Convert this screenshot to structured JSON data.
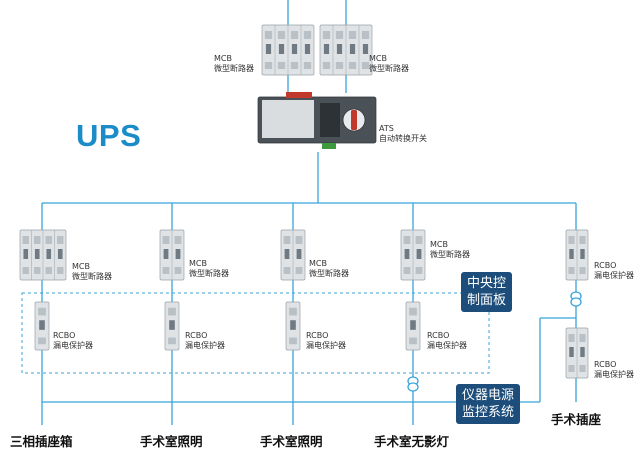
{
  "colors": {
    "line": "#38a4dc",
    "box_fill": "#1d4d7a",
    "ups_text": "#1b8cc8",
    "device_body": "#dfe3e6",
    "device_edge": "#9aa3a9"
  },
  "ups_label": "UPS",
  "top_mcb": [
    {
      "name": "MCB",
      "cn": "微型断路器"
    },
    {
      "name": "MCB",
      "cn": "微型断路器"
    }
  ],
  "ats": {
    "name": "ATS",
    "cn": "自动转换开关"
  },
  "branch_mcb": [
    {
      "name": "MCB",
      "cn": "微型断路器"
    },
    {
      "name": "MCB",
      "cn": "微型断路器"
    },
    {
      "name": "MCB",
      "cn": "微型断路器"
    },
    {
      "name": "MCB",
      "cn": "微型断路器"
    }
  ],
  "branch_rcbo": [
    {
      "name": "RCBO",
      "cn": "漏电保护器"
    },
    {
      "name": "RCBO",
      "cn": "漏电保护器"
    },
    {
      "name": "RCBO",
      "cn": "漏电保护器"
    },
    {
      "name": "RCBO",
      "cn": "漏电保护器"
    }
  ],
  "right_top_rcbo": {
    "name": "RCBO",
    "cn": "漏电保护器"
  },
  "right_bottom_rcbo": {
    "name": "RCBO",
    "cn": "漏电保护器"
  },
  "control_panel": {
    "line1": "中央控",
    "line2": "制面板"
  },
  "monitor_system": {
    "line1": "仪器电源",
    "line2": "监控系统"
  },
  "outputs": [
    "三相插座箱",
    "手术室照明",
    "手术室照明",
    "手术室无影灯",
    "手术插座"
  ]
}
